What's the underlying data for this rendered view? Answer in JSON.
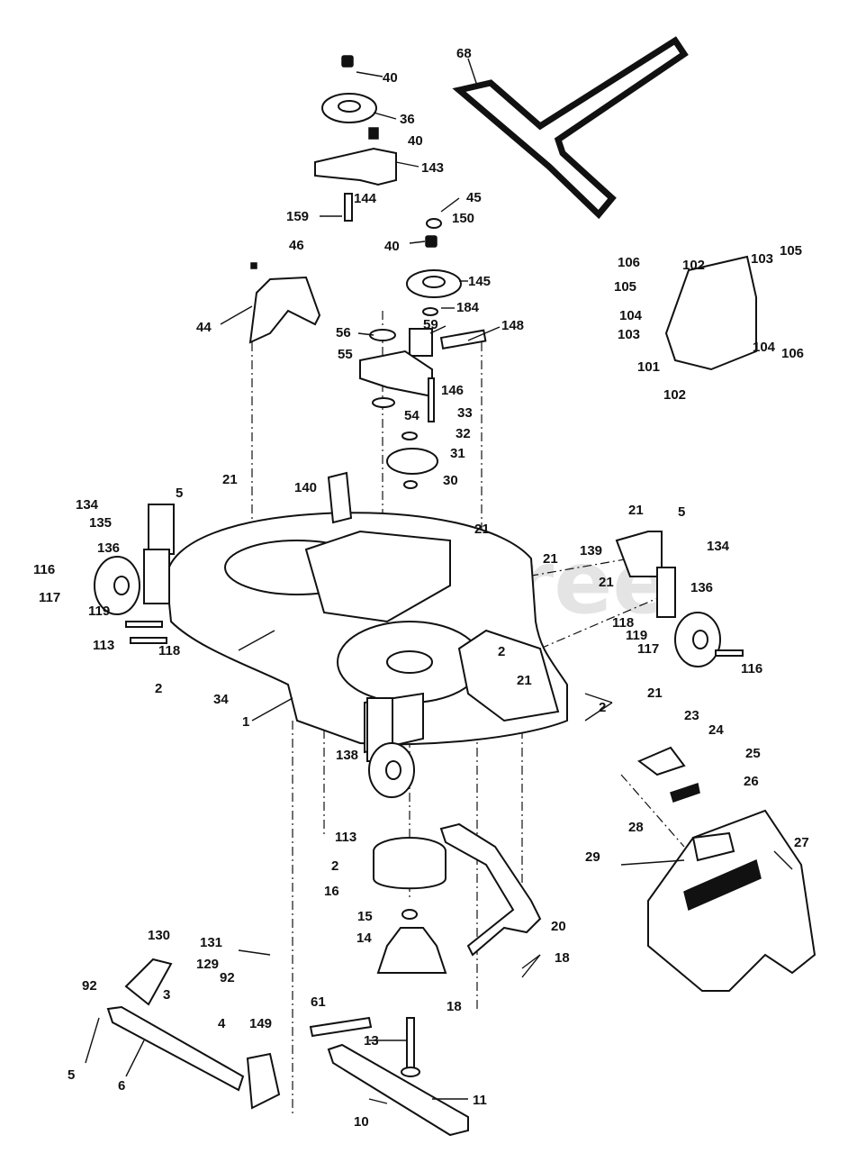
{
  "watermark": "PartsTree",
  "callouts": {
    "c68": "68",
    "c40a": "40",
    "c36": "36",
    "c40b": "40",
    "c143": "143",
    "c144": "144",
    "c159": "159",
    "c45": "45",
    "c150": "150",
    "c40c": "40",
    "c46": "46",
    "c145": "145",
    "c184": "184",
    "c44": "44",
    "c56": "56",
    "c59": "59",
    "c148": "148",
    "c55": "55",
    "c146": "146",
    "c54": "54",
    "c33": "33",
    "c32": "32",
    "c31": "31",
    "c30": "30",
    "c140": "140",
    "c21a": "21",
    "c5a": "5",
    "c134a": "134",
    "c135": "135",
    "c136a": "136",
    "c116a": "116",
    "c117a": "117",
    "c119a": "119",
    "c113a": "113",
    "c118a": "118",
    "c2a": "2",
    "c34": "34",
    "c1": "1",
    "c21b": "21",
    "c21c": "21",
    "c21d": "21",
    "c5b": "5",
    "c139": "139",
    "c134b": "134",
    "c21e": "21",
    "c136b": "136",
    "c118b": "118",
    "c119b": "119",
    "c117b": "117",
    "c116b": "116",
    "c2b": "2",
    "c21f": "21",
    "c2c": "2",
    "c138": "138",
    "c106a": "106",
    "c102a": "102",
    "c103a": "103",
    "c105a": "105",
    "c105b": "105",
    "c104a": "104",
    "c103b": "103",
    "c104b": "104",
    "c106b": "106",
    "c101": "101",
    "c102b": "102",
    "c21g": "21",
    "c23": "23",
    "c24": "24",
    "c25": "25",
    "c26": "26",
    "c27": "27",
    "c28": "28",
    "c29": "29",
    "c113b": "113",
    "c2d": "2",
    "c16": "16",
    "c15": "15",
    "c20": "20",
    "c14": "14",
    "c18a": "18",
    "c18b": "18",
    "c130": "130",
    "c131": "131",
    "c129": "129",
    "c92a": "92",
    "c92b": "92",
    "c3": "3",
    "c61": "61",
    "c4": "4",
    "c149": "149",
    "c13": "13",
    "c5c": "5",
    "c6": "6",
    "c11": "11",
    "c10": "10"
  },
  "colors": {
    "ink": "#111111",
    "paper": "#ffffff",
    "watermark": "#cfcfcf"
  }
}
